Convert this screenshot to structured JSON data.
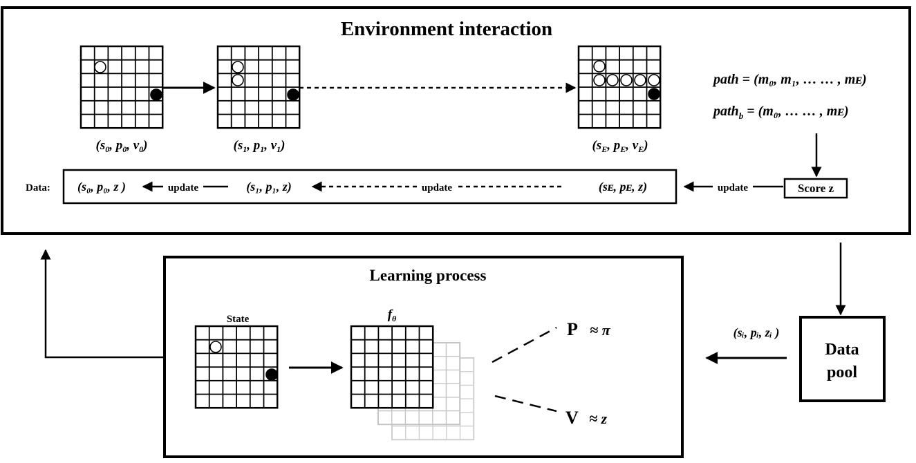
{
  "env": {
    "title": "Environment interaction",
    "state_labels": [
      {
        "pre": "(",
        "a": "s",
        "as": "0",
        "b": "p",
        "bs": "0",
        "c": "v",
        "cs": "0",
        "post": ")"
      },
      {
        "pre": "(",
        "a": "s",
        "as": "1",
        "b": "p",
        "bs": "1",
        "c": "v",
        "cs": "1",
        "post": ")"
      },
      {
        "pre": "(",
        "a": "s",
        "as": "E",
        "b": "p",
        "bs": "E",
        "c": "v",
        "cs": "E",
        "post": ")"
      }
    ],
    "path_label": "path = (m₀, m₁, … … , mᴇ)",
    "path_b_label": "path",
    "path_b_sub": "b",
    "path_b_rest": " = (m₀, … … , mᴇ)",
    "score_label": "Score z"
  },
  "data_row": {
    "prefix": "Data:",
    "tuples": [
      "(s₀, p₀, z )",
      "(s₁, p₁, z)",
      "(sᴇ, pᴇ, z)"
    ],
    "update_label": "update"
  },
  "learning": {
    "title": "Learning process",
    "state_label": "State",
    "network_label": "f",
    "network_sub": "θ",
    "policy_label": "P",
    "policy_approx": "≈ π",
    "value_label": "V",
    "value_approx": "≈ z"
  },
  "pool": {
    "line1": "Data",
    "line2": "pool",
    "sample_label": "(sᵢ, pᵢ, zᵢ )"
  }
}
